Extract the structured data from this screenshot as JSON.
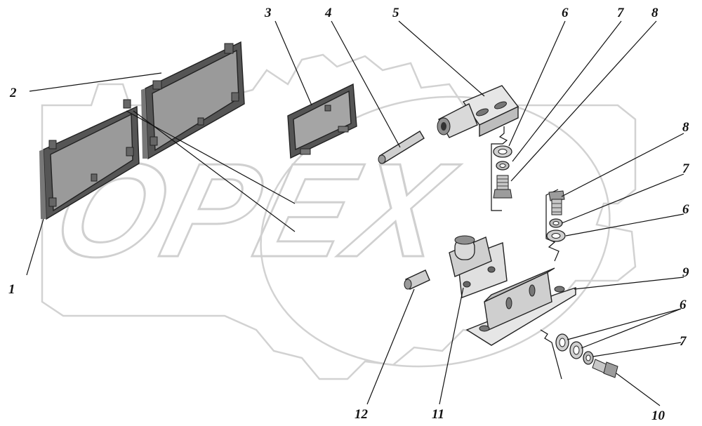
{
  "watermark": {
    "text": "OPEX"
  },
  "callouts": {
    "c1": "1",
    "c2": "2",
    "c3": "3",
    "c4": "4",
    "c5": "5",
    "c6a": "6",
    "c7a": "7",
    "c8a": "8",
    "c8b": "8",
    "c7b": "7",
    "c6b": "6",
    "c9": "9",
    "c6c": "6",
    "c7c": "7",
    "c10": "10",
    "c11": "11",
    "c12": "12"
  },
  "colors": {
    "panel_fill": "#9a9a9a",
    "frame": "#555555",
    "metal_light": "#e6e6e6",
    "metal_mid": "#bdbdbd",
    "metal_dark": "#8f8f8f"
  }
}
